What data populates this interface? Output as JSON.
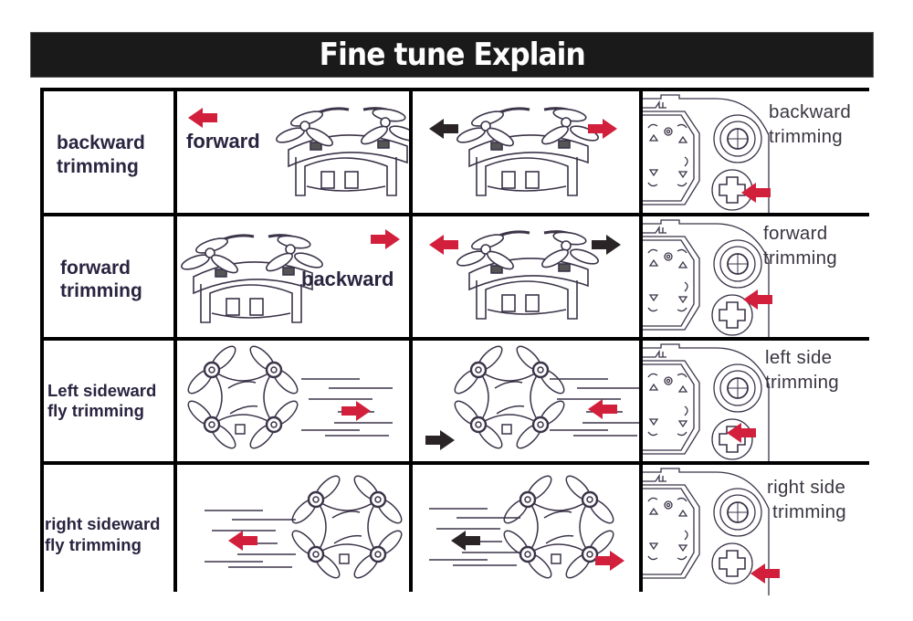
{
  "title": "Fine tune Explain",
  "colors": {
    "arrow_red": "#d11f3c",
    "arrow_dark": "#2b2426",
    "title_bg": "#1a1a1a",
    "title_text": "#ffffff",
    "grid_lines": "#000000",
    "label_text": "#2a2440"
  },
  "rows": [
    {
      "label": [
        "backward",
        "trimming"
      ],
      "motion_image": {
        "view": "side",
        "caption": "forward",
        "arrow": {
          "direction": "left",
          "color": "red"
        }
      },
      "drift_image": {
        "view": "side",
        "arrows": [
          {
            "direction": "left",
            "color": "dark"
          },
          {
            "direction": "right",
            "color": "red"
          }
        ]
      },
      "remote_image": {
        "caption": [
          "backward",
          "trimming"
        ],
        "pointer_arrow": {
          "direction": "left",
          "target": "d-pad-bottom"
        }
      }
    },
    {
      "label": [
        "forward",
        "trimming"
      ],
      "motion_image": {
        "view": "side",
        "caption": "backward",
        "arrow": {
          "direction": "right",
          "color": "red"
        }
      },
      "drift_image": {
        "view": "side",
        "arrows": [
          {
            "direction": "left",
            "color": "red"
          },
          {
            "direction": "right",
            "color": "dark"
          }
        ]
      },
      "remote_image": {
        "caption": [
          "forward",
          "trimming"
        ],
        "pointer_arrow": {
          "direction": "left",
          "target": "d-pad-top"
        }
      }
    },
    {
      "label": [
        "Left sideward",
        "fly trimming"
      ],
      "motion_image": {
        "view": "top",
        "caption": "",
        "arrow": {
          "direction": "right",
          "color": "red"
        }
      },
      "drift_image": {
        "view": "top",
        "arrows": [
          {
            "direction": "left",
            "color": "red"
          },
          {
            "direction": "right",
            "color": "dark"
          }
        ]
      },
      "remote_image": {
        "caption": [
          "left side",
          "trimming"
        ],
        "pointer_arrow": {
          "direction": "left",
          "target": "d-pad-left"
        }
      }
    },
    {
      "label": [
        "right sideward",
        "fly trimming"
      ],
      "motion_image": {
        "view": "top",
        "caption": "",
        "arrow": {
          "direction": "left",
          "color": "red"
        }
      },
      "drift_image": {
        "view": "top",
        "arrows": [
          {
            "direction": "left",
            "color": "dark"
          },
          {
            "direction": "right",
            "color": "red"
          }
        ]
      },
      "remote_image": {
        "caption": [
          "right side",
          "trimming"
        ],
        "pointer_arrow": {
          "direction": "left",
          "target": "d-pad-right"
        }
      }
    }
  ]
}
